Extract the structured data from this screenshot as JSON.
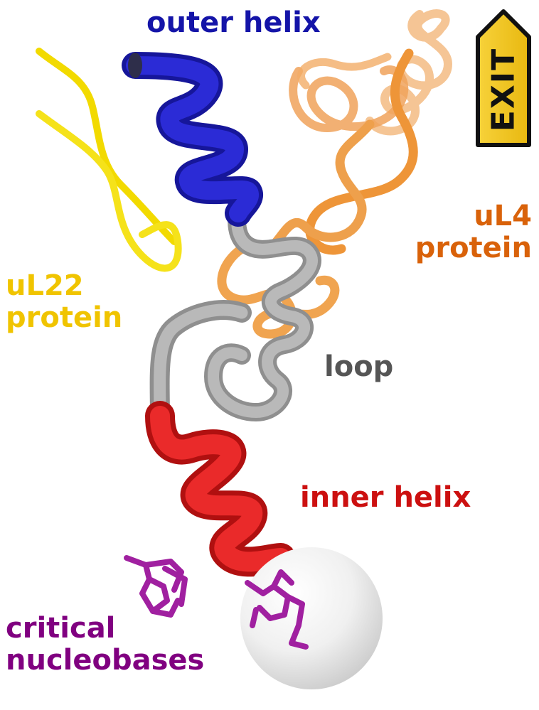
{
  "labels": {
    "outer_helix": "outer helix",
    "uL4_line1": "uL4",
    "uL4_line2": "protein",
    "uL22_line1": "uL22",
    "uL22_line2": "protein",
    "loop": "loop",
    "inner_helix": "inner helix",
    "critical_line1": "critical",
    "critical_line2": "nucleobases",
    "exit": "EXIT"
  },
  "colors": {
    "outer_helix": "#2a2ad0",
    "inner_helix": "#e02020",
    "loop": "#9a9a9a",
    "uL4_protein": "#f0a050",
    "uL22_protein": "#f5e000",
    "nucleobases": "#a020a0",
    "exit_sign": "#f5c518",
    "sphere": "#eeeeee"
  }
}
